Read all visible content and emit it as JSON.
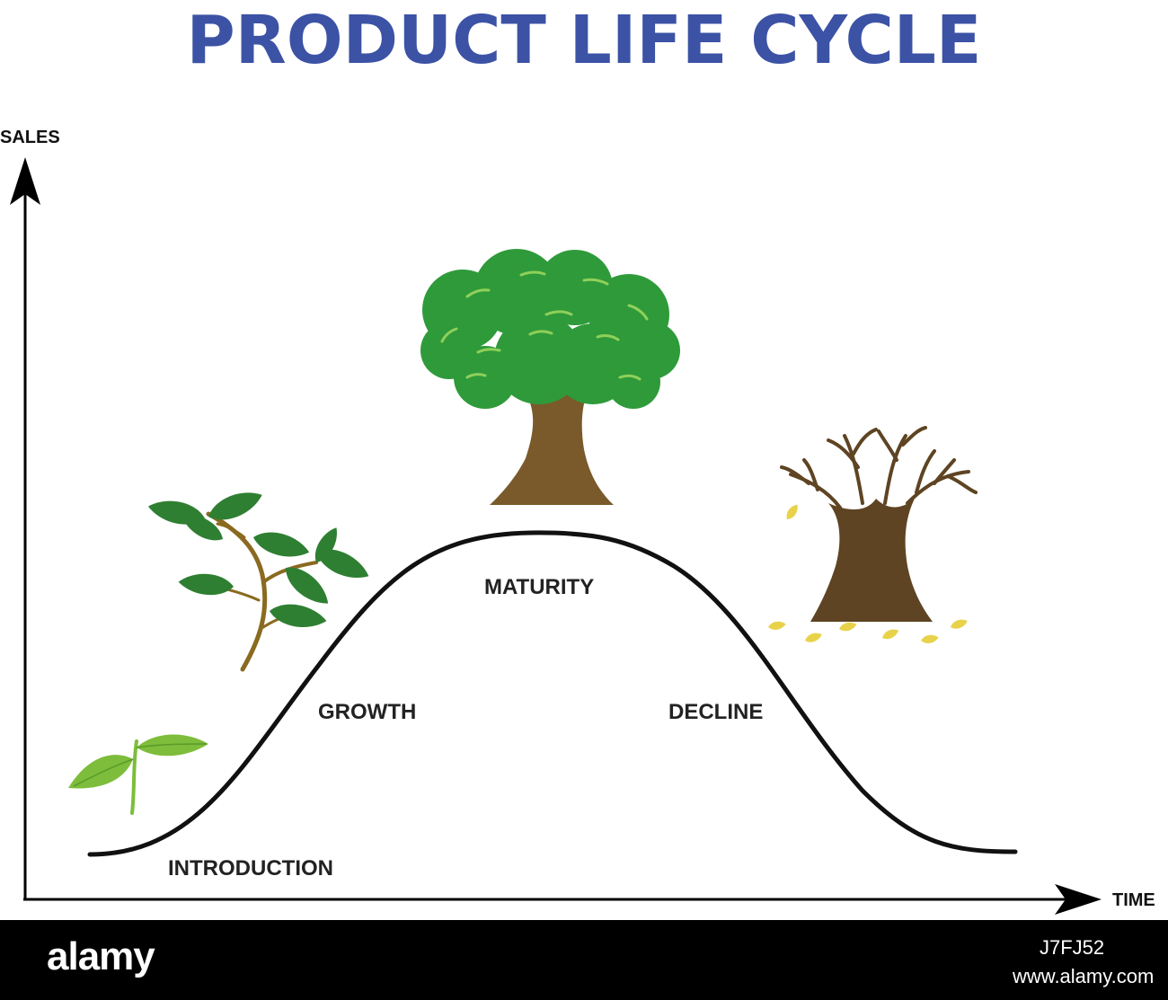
{
  "title": "PRODUCT LIFE CYCLE",
  "axes": {
    "y_label": "SALES",
    "x_label": "TIME"
  },
  "stages": {
    "introduction": "INTRODUCTION",
    "growth": "GROWTH",
    "maturity": "MATURITY",
    "decline": "DECLINE"
  },
  "illustrations": {
    "introduction": "seedling-icon",
    "growth": "young-branch-icon",
    "maturity": "green-tree-icon",
    "decline": "bare-tree-icon"
  },
  "colors": {
    "title": "#3c52a5",
    "curve": "#111111",
    "leaf_dark": "#2f7f32",
    "leaf_light": "#7dbd3b",
    "trunk": "#7a5a2a",
    "bare_trunk": "#5e4423",
    "falling_leaf": "#e8d24a"
  },
  "footer": {
    "logo": "alamy",
    "image_id": "J7FJ52",
    "url": "www.alamy.com"
  }
}
